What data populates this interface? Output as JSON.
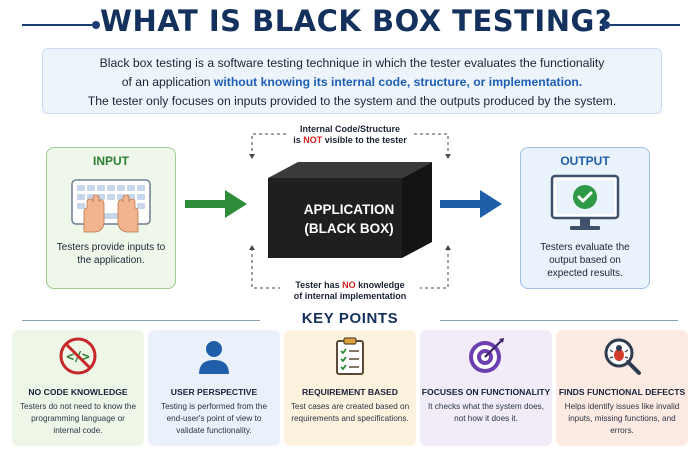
{
  "title": "WHAT IS BLACK BOX TESTING?",
  "intro": {
    "line1": "Black box testing is a software testing technique in which the tester evaluates the functionality",
    "line2_prefix": "of an application ",
    "line2_highlight": "without knowing its internal code, structure, or implementation.",
    "line3": "The tester only focuses on inputs provided to the system and the outputs produced by the system."
  },
  "input_card": {
    "title": "INPUT",
    "icon": "keyboard-hands-icon",
    "text": "Testers provide inputs to the application."
  },
  "output_card": {
    "title": "OUTPUT",
    "icon": "monitor-check-icon",
    "text": "Testers evaluate the output based on expected results."
  },
  "center": {
    "top_caption_line1": "Internal Code/Structure",
    "top_caption_pre": "is ",
    "top_caption_red": "NOT",
    "top_caption_post": " visible to the tester",
    "box_line1": "APPLICATION",
    "box_line2": "(BLACK BOX)",
    "bottom_caption_pre": "Tester has ",
    "bottom_caption_red": "NO",
    "bottom_caption_post": " knowledge",
    "bottom_caption_line2": "of internal implementation"
  },
  "key_points": {
    "heading": "KEY POINTS",
    "items": [
      {
        "icon": "no-code-icon",
        "title": "NO CODE KNOWLEDGE",
        "body": "Testers do not need to know the programming language or internal code."
      },
      {
        "icon": "user-icon",
        "title": "USER PERSPECTIVE",
        "body": "Testing is performed from the end-user's point of view to validate functionality."
      },
      {
        "icon": "clipboard-checklist-icon",
        "title": "REQUIREMENT BASED",
        "body": "Test cases are created based on requirements and specifications."
      },
      {
        "icon": "target-icon",
        "title": "FOCUSES ON FUNCTIONALITY",
        "body": "It checks what the system does, not how it does it."
      },
      {
        "icon": "bug-magnifier-icon",
        "title": "FINDS FUNCTIONAL DEFECTS",
        "body": "Helps identify issues like invalid inputs, missing functions, and errors."
      }
    ]
  },
  "colors": {
    "title": "#13315c",
    "green": "#2e8b3a",
    "blue": "#1f5ea8",
    "red": "#d21f1f"
  }
}
